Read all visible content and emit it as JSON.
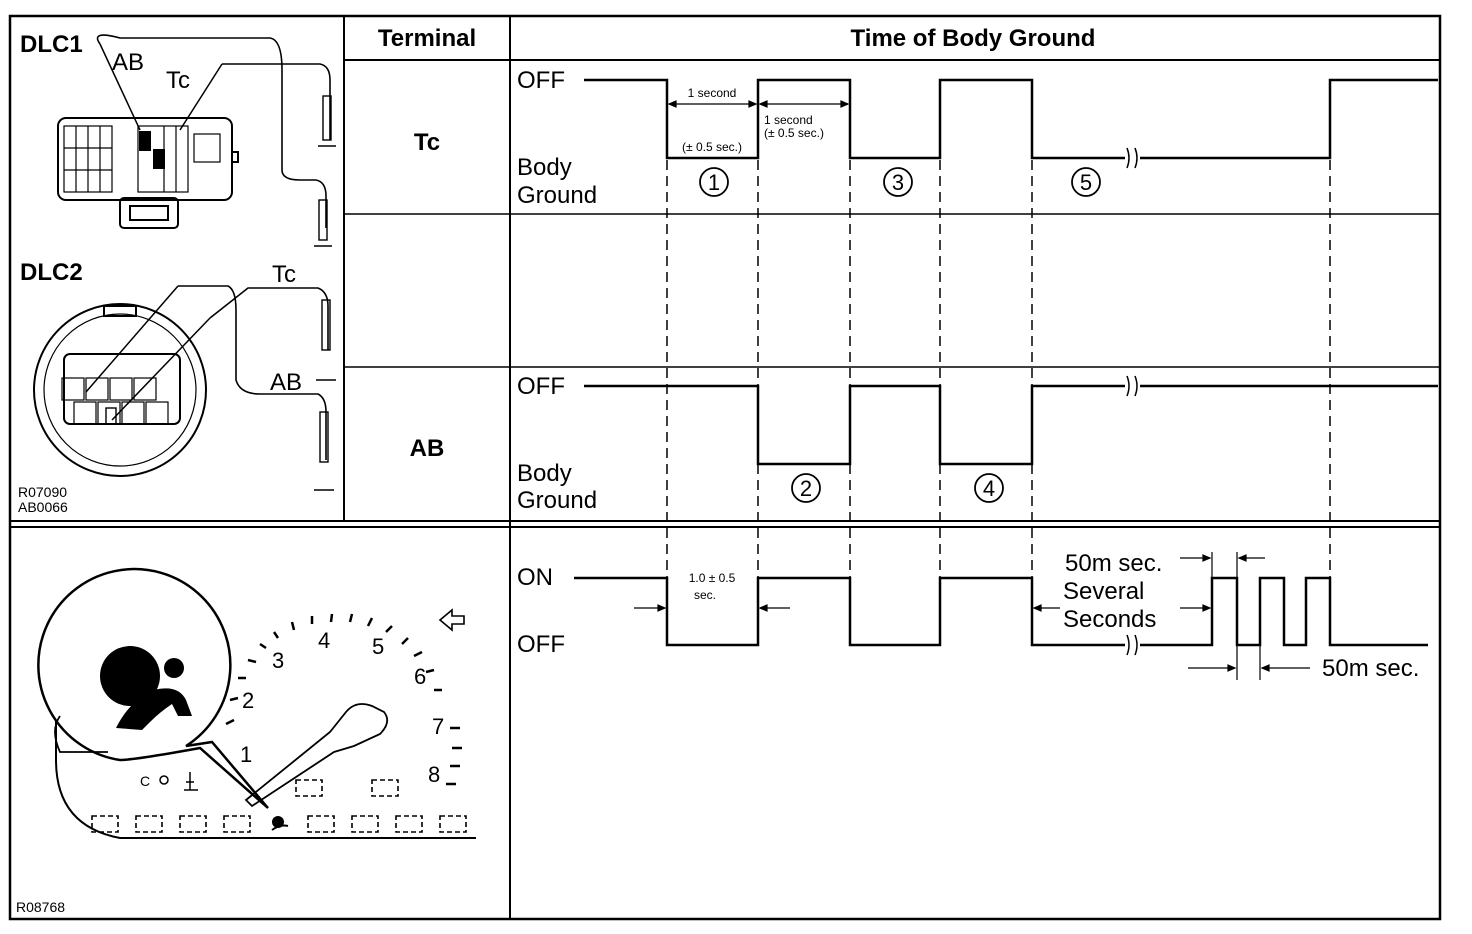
{
  "table": {
    "header_terminal": "Terminal",
    "header_time": "Time of Body Ground"
  },
  "terminals": {
    "tc": "Tc",
    "ab": "AB"
  },
  "signal_labels": {
    "off": "OFF",
    "body": "Body",
    "ground": "Ground",
    "on": "ON"
  },
  "timing_notes": {
    "one_second": "1 second",
    "tolerance": "(± 0.5 sec.)",
    "on_time": "1.0 ± 0.5",
    "on_unit": "sec.",
    "fifty_ms": "50m sec.",
    "several": "Several",
    "seconds": "Seconds"
  },
  "steps": [
    "1",
    "2",
    "3",
    "4",
    "5"
  ],
  "connectors": {
    "dlc1": "DLC1",
    "dlc2": "DLC2",
    "ab": "AB",
    "tc": "Tc",
    "ref1": "R07090",
    "ref2": "AB0066"
  },
  "cluster": {
    "gauge_numbers": [
      "1",
      "2",
      "3",
      "4",
      "5",
      "6",
      "7",
      "8"
    ],
    "ref": "R08768",
    "c_mark": "C"
  }
}
